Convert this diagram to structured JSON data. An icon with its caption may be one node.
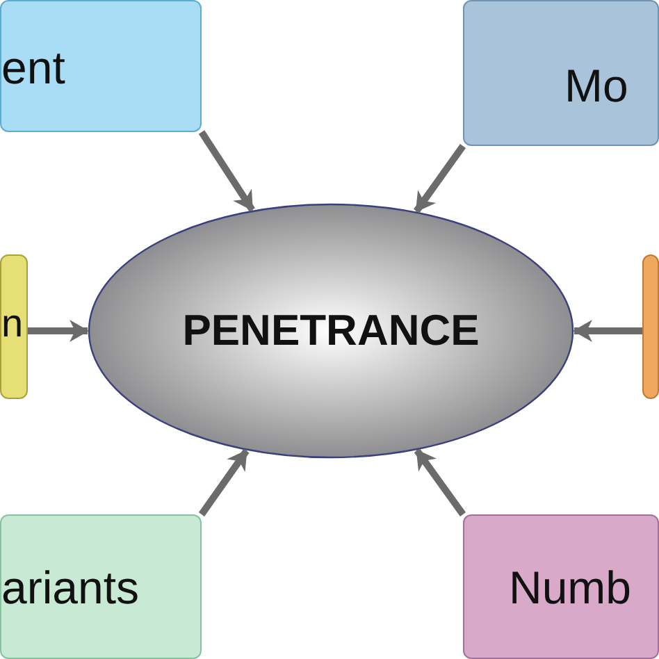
{
  "diagram": {
    "nodes": [
      {
        "text": [
          "ent"
        ]
      },
      {
        "text": [
          "Mo"
        ]
      },
      {
        "text": [
          "n"
        ]
      },
      {
        "text": [
          "PENETRANCE"
        ]
      },
      {
        "text": [],
        "shape": "box"
      },
      {
        "text": [
          "ariants"
        ]
      },
      {
        "text": [
          "Numb"
        ]
      }
    ],
    "edges": [
      {
        "from": 0,
        "to": 3,
        "arrow": "to"
      },
      {
        "from": 1,
        "to": 3,
        "arrow": "to"
      },
      {
        "from": 2,
        "to": 3,
        "arrow": "to"
      },
      {
        "from": 4,
        "to": 3,
        "arrow": "to"
      },
      {
        "from": 5,
        "to": 3,
        "arrow": "to"
      },
      {
        "from": 6,
        "to": 3,
        "arrow": "to"
      }
    ]
  }
}
